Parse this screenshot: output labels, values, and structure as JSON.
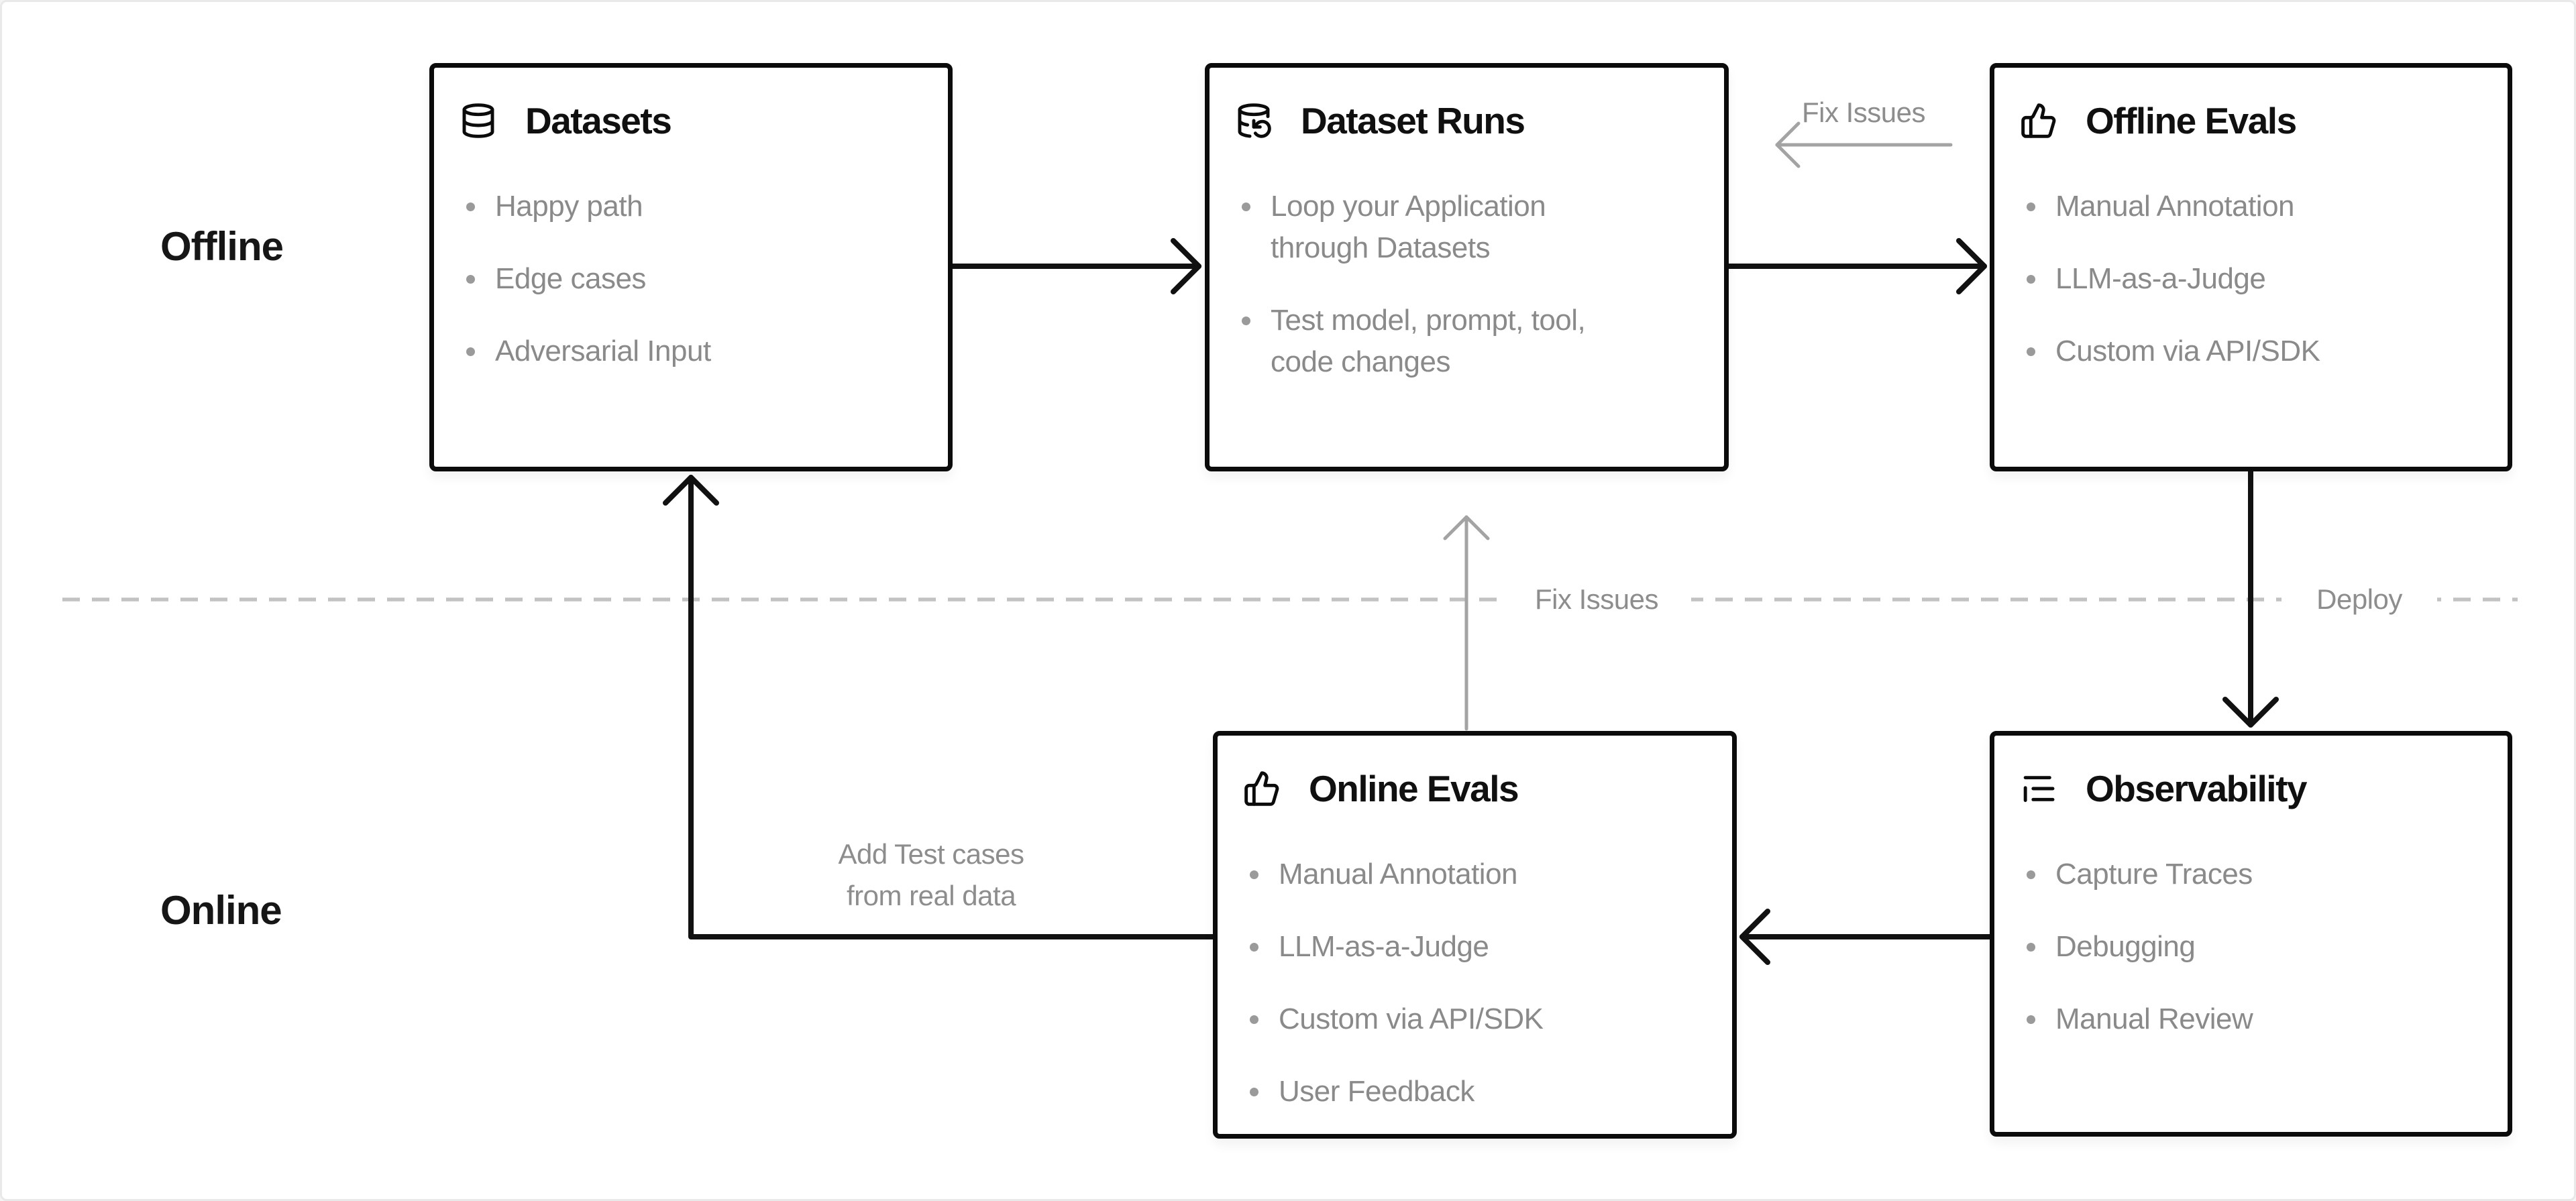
{
  "lanes": {
    "offline": "Offline",
    "online": "Online"
  },
  "boxes": {
    "datasets": {
      "title": "Datasets",
      "icon": "database-icon",
      "items": [
        "Happy path",
        "Edge cases",
        "Adversarial Input"
      ]
    },
    "dataset_runs": {
      "title": "Dataset Runs",
      "icon": "database-refresh-icon",
      "items": [
        "Loop your Application through Datasets",
        "Test model, prompt, tool, code changes"
      ]
    },
    "offline_evals": {
      "title": "Offline Evals",
      "icon": "thumbs-up-icon",
      "items": [
        "Manual Annotation",
        "LLM-as-a-Judge",
        "Custom via API/SDK"
      ]
    },
    "online_evals": {
      "title": "Online Evals",
      "icon": "thumbs-up-icon",
      "items": [
        "Manual Annotation",
        "LLM-as-a-Judge",
        "Custom via API/SDK",
        "User Feedback"
      ]
    },
    "observability": {
      "title": "Observability",
      "icon": "trace-list-icon",
      "items": [
        "Capture Traces",
        "Debugging",
        "Manual Review"
      ]
    }
  },
  "edge_labels": {
    "fix_issues_top": "Fix Issues",
    "fix_issues_mid": "Fix Issues",
    "deploy": "Deploy",
    "add_test_cases_line1": "Add Test cases",
    "add_test_cases_line2": "from real data"
  },
  "colors": {
    "box_border": "#0b0b0b",
    "title_text": "#101010",
    "muted_text": "#8a8a8a",
    "arrow_black": "#111111",
    "arrow_gray": "#a3a3a3",
    "dashed_line": "#c2c2c2",
    "page_background": "#ffffff"
  }
}
